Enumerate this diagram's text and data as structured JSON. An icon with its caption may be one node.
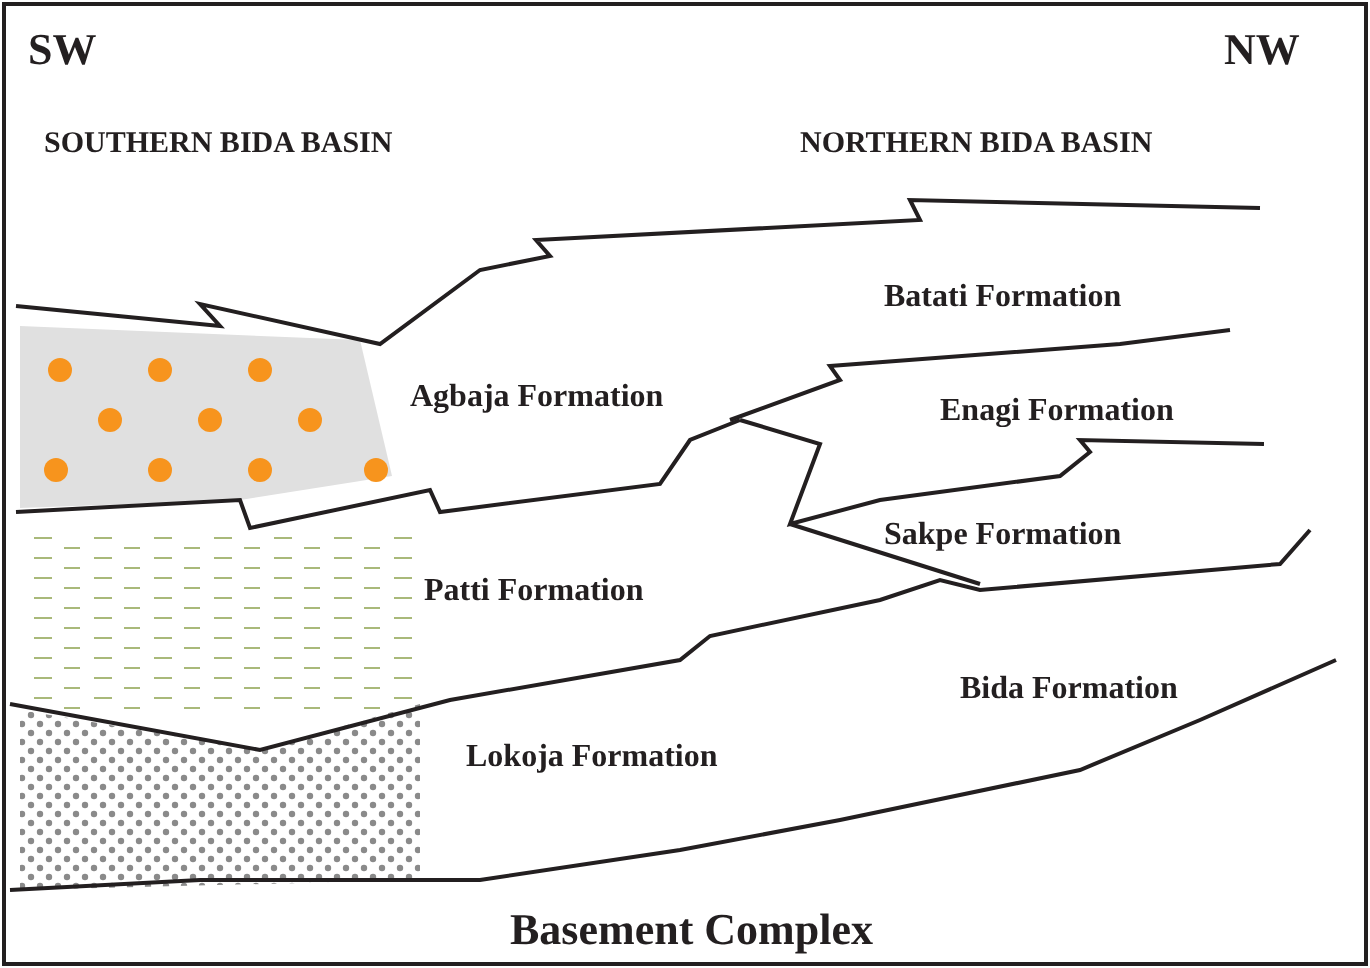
{
  "diagram": {
    "labels": [
      "SW",
      "NW",
      "SOUTHERN  BIDA BASIN",
      "NORTHERN  BIDA BASIN",
      "Batati Formation",
      "Agbaja Formation",
      "Enagi Formation",
      "Sakpe Formation",
      "Patti Formation",
      "Bida Formation",
      "Lokoja Formation",
      "Basement Complex"
    ]
  }
}
